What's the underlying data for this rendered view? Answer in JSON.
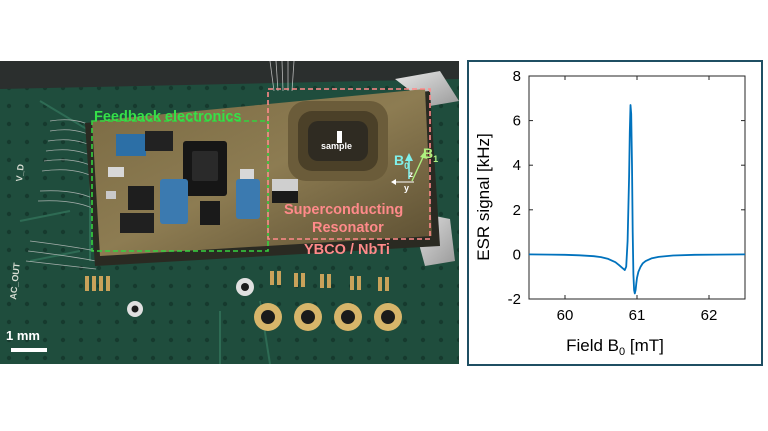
{
  "photo": {
    "labels": {
      "feedback": "Feedback electronics",
      "sample": "sample",
      "superconducting_line1": "Superconducting",
      "superconducting_line2": "Resonator",
      "material": "YBCO / NbTi",
      "b0_main": "B",
      "b0_sub": "0",
      "b1_main": "B",
      "b1_sub": "1",
      "axis_z": "z",
      "axis_y": "y",
      "scale_bar": "1 mm"
    },
    "pcb_text": {
      "vd": "V_D",
      "ac_out": "AC_OUT"
    },
    "colors": {
      "feedback_box": "#34d23f",
      "resonator_box": "#ff8a8a",
      "board": "#1d4a3b"
    }
  },
  "chart_data": {
    "type": "line",
    "xlabel_main": "Field B",
    "xlabel_sub": "0",
    "xlabel_unit": " [mT]",
    "ylabel": "ESR signal [kHz]",
    "xlim": [
      59.5,
      62.5
    ],
    "ylim": [
      -2,
      8
    ],
    "xticks": [
      60,
      61,
      62
    ],
    "yticks": [
      -2,
      0,
      2,
      4,
      6,
      8
    ],
    "grid": false,
    "series": [
      {
        "color": "#0072bd",
        "x": [
          59.5,
          59.8,
          60.0,
          60.2,
          60.4,
          60.5,
          60.6,
          60.7,
          60.75,
          60.8,
          60.83,
          60.85,
          60.87,
          60.89,
          60.9,
          60.91,
          60.92,
          60.93,
          60.94,
          60.95,
          60.96,
          60.97,
          60.98,
          60.99,
          61.0,
          61.02,
          61.05,
          61.08,
          61.12,
          61.2,
          61.3,
          61.5,
          61.8,
          62.1,
          62.5
        ],
        "y": [
          0.0,
          -0.01,
          -0.02,
          -0.04,
          -0.08,
          -0.12,
          -0.2,
          -0.35,
          -0.48,
          -0.62,
          -0.7,
          -0.55,
          0.6,
          3.5,
          5.5,
          6.7,
          6.3,
          4.0,
          1.0,
          -0.9,
          -1.6,
          -1.75,
          -1.6,
          -1.3,
          -1.05,
          -0.78,
          -0.55,
          -0.4,
          -0.3,
          -0.18,
          -0.11,
          -0.05,
          -0.02,
          -0.01,
          0.0
        ]
      }
    ]
  }
}
